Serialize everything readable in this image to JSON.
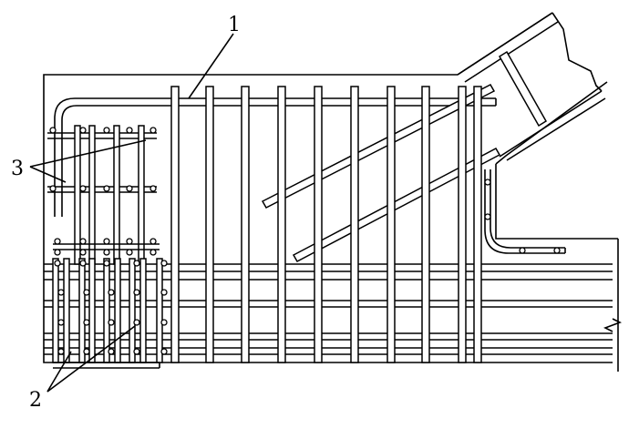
{
  "callouts": {
    "one": "1",
    "two": "2",
    "three": "3"
  },
  "colors": {
    "line": "#000000",
    "background": "#ffffff"
  }
}
